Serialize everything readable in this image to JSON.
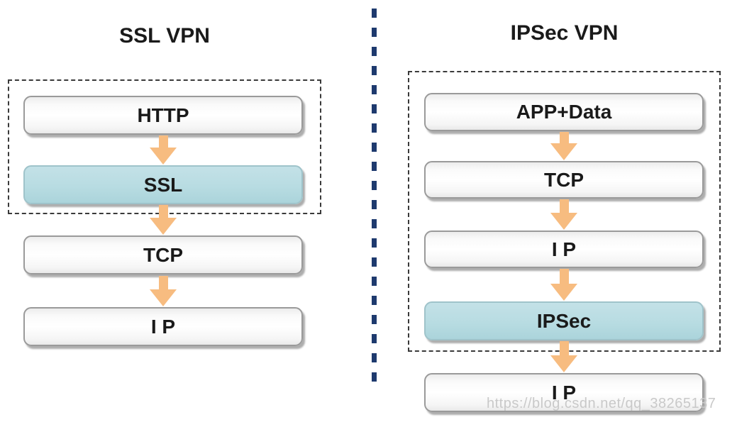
{
  "colors": {
    "arrow": "#f7bc80",
    "highlight-fill": "#b8dce2",
    "divider": "#1e3a6e",
    "box-border": "#9a9a9a",
    "dash-border": "#3a3a3a",
    "label-text": "#1a1a1a",
    "watermark-text": "#c9c9c9"
  },
  "diagram": {
    "left": {
      "title": "SSL VPN",
      "layers": [
        {
          "label": "HTTP",
          "highlighted": false
        },
        {
          "label": "SSL",
          "highlighted": true
        },
        {
          "label": "TCP",
          "highlighted": false
        },
        {
          "label": "I P",
          "highlighted": false
        }
      ]
    },
    "right": {
      "title": "IPSec VPN",
      "layers": [
        {
          "label": "APP+Data",
          "highlighted": false
        },
        {
          "label": "TCP",
          "highlighted": false
        },
        {
          "label": "I P",
          "highlighted": false
        },
        {
          "label": "IPSec",
          "highlighted": true
        },
        {
          "label": "I P",
          "highlighted": false
        }
      ]
    }
  },
  "watermark": "https://blog.csdn.net/qq_38265137"
}
